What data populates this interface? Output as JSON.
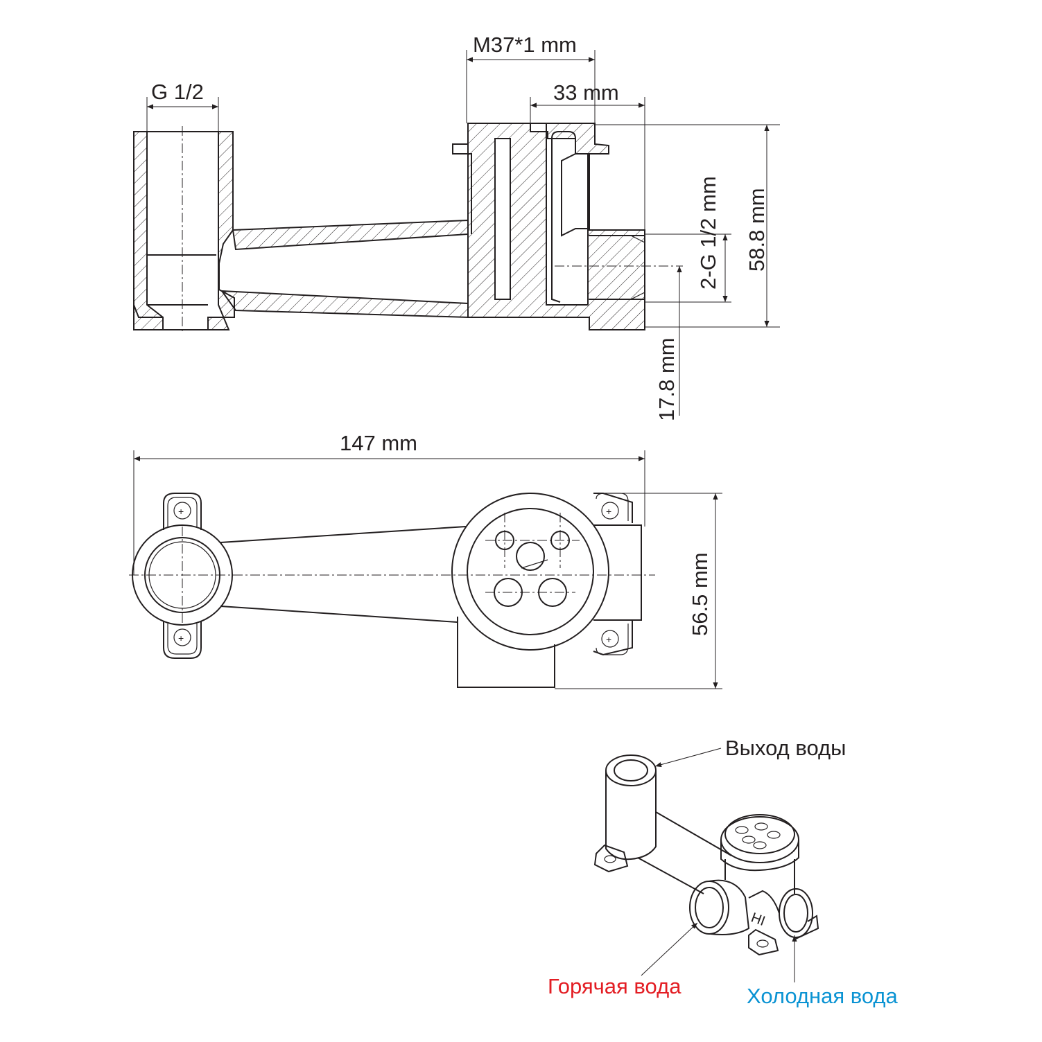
{
  "dimensions": {
    "m37": "M37*1 mm",
    "g12": "G 1/2",
    "d33": "33 mm",
    "g2": "2-G 1/2 mm",
    "d588": "58.8 mm",
    "d178": "17.8 mm",
    "d147": "147 mm",
    "d565": "56.5 mm"
  },
  "labels": {
    "outlet": "Выход воды",
    "hot": "Горячая вода",
    "cold": "Холодная вода",
    "logo": "HI"
  },
  "colors": {
    "line": "#231f20",
    "hot": "#e31e24",
    "cold": "#0a93d3"
  }
}
